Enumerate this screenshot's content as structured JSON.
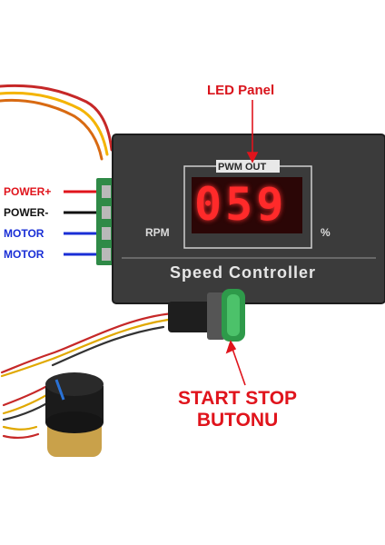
{
  "labels": {
    "led_panel": "LED Panel",
    "wires": [
      "POWER+",
      "POWER-",
      "MOTOR",
      "MOTOR"
    ],
    "start_stop": "START STOP",
    "start_stop_2": "BUTONU"
  },
  "device": {
    "pwm_label": "PWM OUT",
    "display_value": "059",
    "rpm_label": "RPM",
    "percent_label": "%",
    "brand_label": "Speed Controller"
  },
  "colors": {
    "callout_red": "#e0141c",
    "motor_blue": "#1a2fd6",
    "button_green": "#2e9a4a",
    "panel_gray": "#3f3f3f"
  }
}
